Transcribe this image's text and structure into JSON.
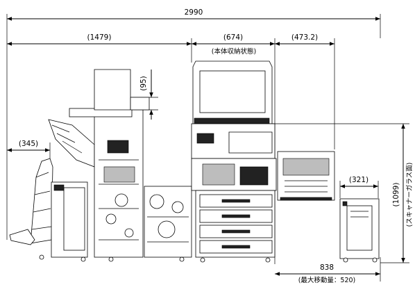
{
  "dimensions": {
    "total_width": "2990",
    "finisher_width": "(1479)",
    "body_width": "(674)",
    "body_note": "(本体収納状態)",
    "right_unit_width": "(473.2)",
    "left_tray_width": "(345)",
    "top_offset": "(95)",
    "side_unit_width": "(321)",
    "height": "(1099)",
    "height_note": "(スキャナーガラス面)",
    "bottom_width": "838",
    "bottom_note": "(最大移動量：520)"
  }
}
